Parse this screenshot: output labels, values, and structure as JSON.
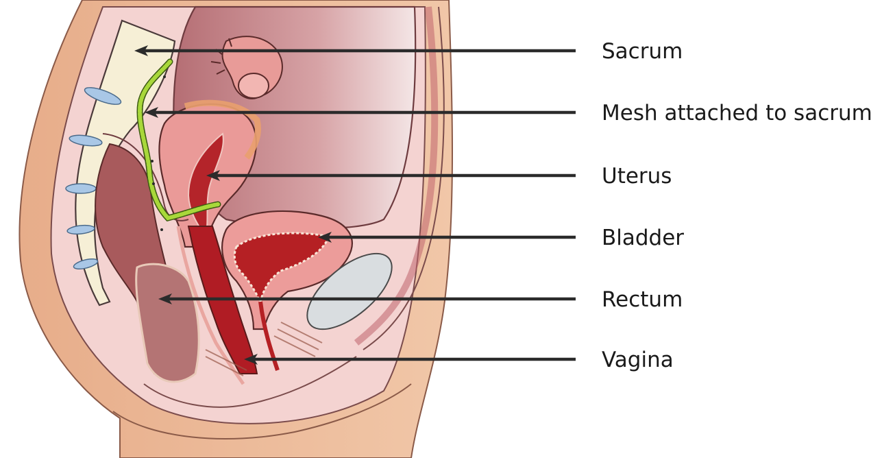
{
  "diagram": {
    "labels": [
      {
        "key": "sacrum",
        "text": "Sacrum"
      },
      {
        "key": "mesh",
        "text": "Mesh attached to sacrum"
      },
      {
        "key": "uterus",
        "text": "Uterus"
      },
      {
        "key": "bladder",
        "text": "Bladder"
      },
      {
        "key": "rectum",
        "text": "Rectum"
      },
      {
        "key": "vagina",
        "text": "Vagina"
      }
    ],
    "colors": {
      "skin": "#e9b48f",
      "skin_dark": "#c98f6d",
      "cavity": "#c98a8e",
      "cavity_light": "#f3d4d2",
      "organ_pink": "#e88f8f",
      "organ_dark": "#b2373a",
      "lumen": "#a6151c",
      "rectum": "#a65a5a",
      "sacrum_bone": "#f7f0d8",
      "disc": "#a9c7e6",
      "mesh": "#9acd32",
      "pubic_bone": "#d9dde0",
      "arrow": "#2b2b2b"
    }
  }
}
